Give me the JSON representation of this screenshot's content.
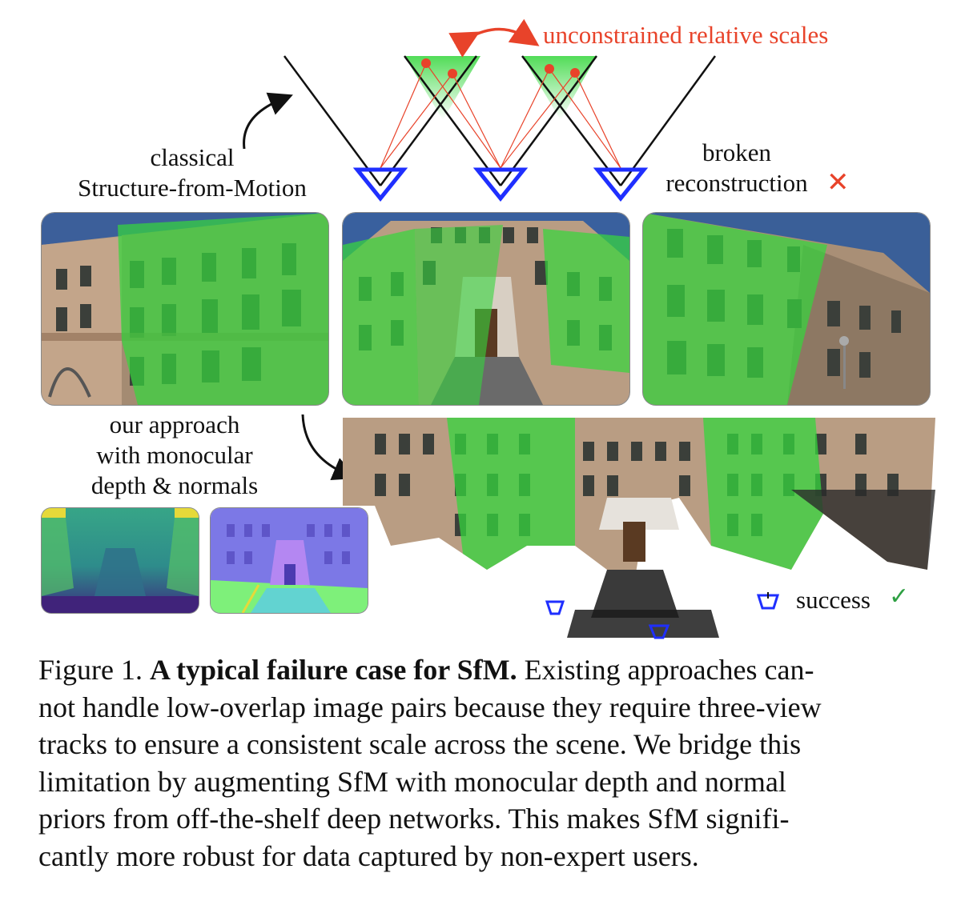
{
  "figure": {
    "top_annotation": "unconstrained relative scales",
    "left_label": [
      "classical",
      "Structure-from-Motion"
    ],
    "right_label": [
      "broken",
      "reconstruction"
    ],
    "failure_mark": "✕",
    "approach_label": [
      "our approach",
      "with monocular",
      "depth & normals"
    ],
    "success_label": "success",
    "success_mark": "✓",
    "colors": {
      "camera_blue": "#1f2fff",
      "annotation_red": "#e8432a",
      "overlap_green": "#33d63a",
      "success_green": "#2ea043"
    }
  },
  "caption": {
    "figure_number": "Figure 1.",
    "title": "A typical failure case for SfM.",
    "lines": [
      "Existing approaches can-",
      "not handle low-overlap image pairs because they require three-view",
      "tracks to ensure a consistent scale across the scene. We bridge this",
      "limitation by augmenting SfM with monocular depth and normal",
      "priors from off-the-shelf deep networks. This makes SfM signifi-",
      "cantly more robust for data captured by non-expert users."
    ]
  }
}
